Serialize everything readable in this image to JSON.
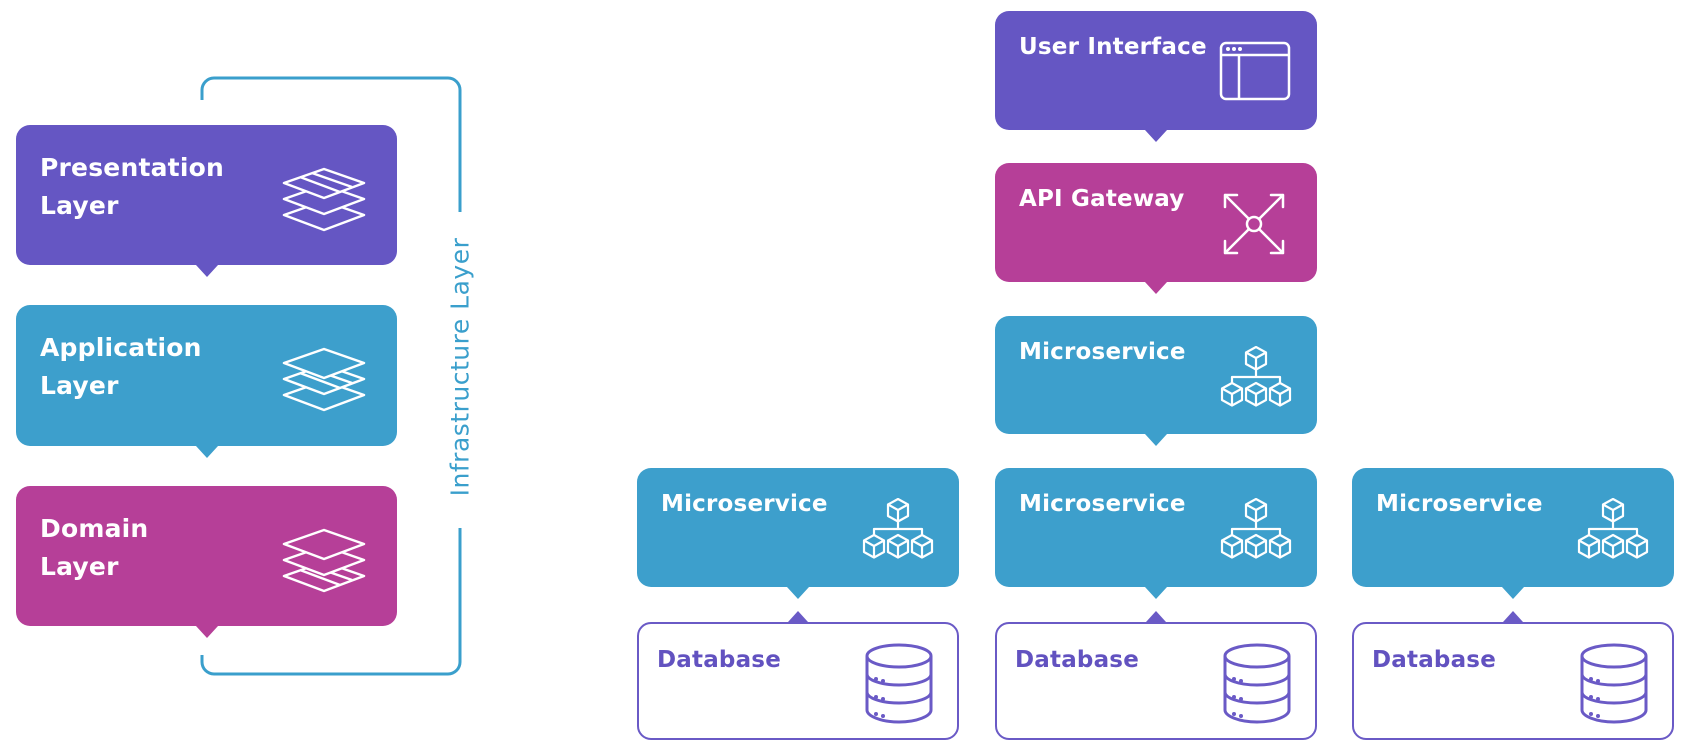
{
  "colors": {
    "purple": "#6556c3",
    "pink": "#b63f98",
    "blue": "#3d9fcc",
    "outline": "#6a5ac6",
    "bracket": "#3a9fcc"
  },
  "layered": {
    "infrastructure_label": "Infrastructure Layer",
    "layers": [
      {
        "line1": "Presentation",
        "line2": "Layer",
        "icon": "layers-top-icon"
      },
      {
        "line1": "Application",
        "line2": "Layer",
        "icon": "layers-middle-icon"
      },
      {
        "line1": "Domain",
        "line2": "Layer",
        "icon": "layers-bottom-icon"
      }
    ]
  },
  "microservices": {
    "user_interface": {
      "label": "User Interface",
      "icon": "browser-window-icon"
    },
    "api_gateway": {
      "label": "API Gateway",
      "icon": "expand-arrows-icon"
    },
    "core_service": {
      "label": "Microservice",
      "icon": "hierarchy-cubes-icon"
    },
    "services": [
      {
        "label": "Microservice",
        "icon": "hierarchy-cubes-icon",
        "database": "Database"
      },
      {
        "label": "Microservice",
        "icon": "hierarchy-cubes-icon",
        "database": "Database"
      },
      {
        "label": "Microservice",
        "icon": "hierarchy-cubes-icon",
        "database": "Database"
      }
    ]
  }
}
